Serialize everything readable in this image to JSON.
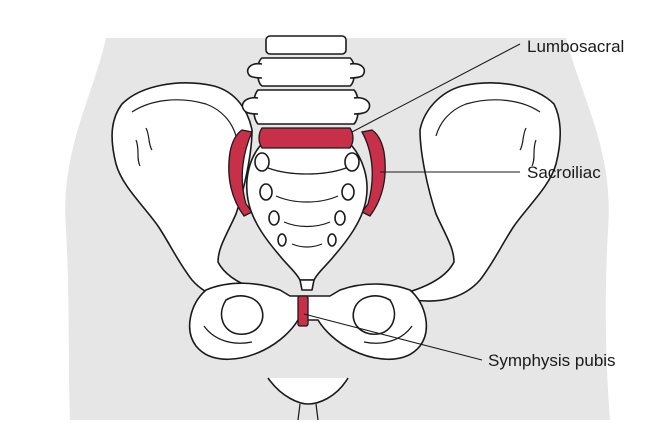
{
  "colors": {
    "body_silhouette": "#e6e6e6",
    "bone_fill": "#ffffff",
    "outline": "#1a1a1a",
    "joint_highlight": "#c8304a"
  },
  "labels": {
    "lumbosacral": "Lumbosacral",
    "sacroiliac": "Sacroiliac",
    "symphysis_pubis": "Symphysis pubis"
  }
}
